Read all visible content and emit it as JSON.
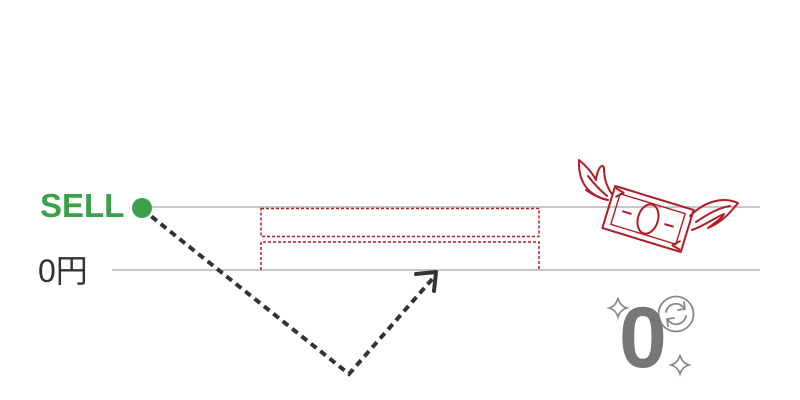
{
  "labels": {
    "sell": "SELL",
    "price_zero": "0円",
    "result_value": "0"
  },
  "colors": {
    "sell_green": "#3aa04a",
    "price_text": "#333333",
    "baseline_gray": "#b5b5b5",
    "dashed_path": "#333333",
    "box_red": "#b21c24",
    "money_red": "#b21c24",
    "result_gray": "#777777",
    "sparkle_gray": "#888888"
  },
  "icons": {
    "flying_money": "flying-money-icon",
    "refresh": "refresh-icon",
    "sparkle": "sparkle-icon"
  }
}
